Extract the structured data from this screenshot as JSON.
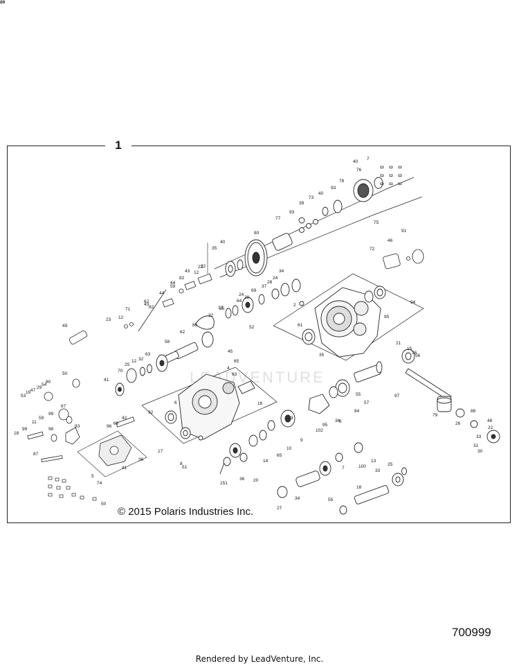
{
  "diagram": {
    "assembly_number": "1",
    "copyright": "© 2015 Polaris Industries Inc.",
    "diagram_number": "700999",
    "footer": "Rendered by LeadVenture, Inc.",
    "watermark": "LEADVENTURE",
    "callouts": [
      "7",
      "40",
      "76",
      "78",
      "93",
      "73",
      "40",
      "39",
      "75",
      "77",
      "93",
      "80",
      "40",
      "35",
      "91",
      "46",
      "72",
      "22",
      "23",
      "12",
      "43",
      "82",
      "44",
      "59",
      "44",
      "62",
      "43",
      "82",
      "71",
      "23",
      "12",
      "34",
      "24",
      "28",
      "37",
      "69",
      "24",
      "28",
      "13",
      "25",
      "64",
      "32",
      "89",
      "62",
      "58",
      "2",
      "95",
      "94",
      "61",
      "35",
      "52",
      "49",
      "45",
      "65",
      "4",
      "21",
      "15",
      "36",
      "56",
      "50",
      "32",
      "12",
      "25",
      "70",
      "63",
      "41",
      "63",
      "16",
      "53",
      "19",
      "47",
      "29",
      "80",
      "54",
      "97",
      "99",
      "67",
      "51",
      "57",
      "55",
      "84",
      "38",
      "79",
      "26",
      "88",
      "48",
      "33",
      "31",
      "22",
      "30",
      "18",
      "99",
      "11",
      "59",
      "98",
      "83",
      "42",
      "68",
      "96",
      "92",
      "6",
      "17",
      "95",
      "102",
      "9",
      "10",
      "65",
      "14",
      "20",
      "36",
      "151",
      "100",
      "7",
      "13",
      "25",
      "33",
      "18",
      "34",
      "27",
      "55",
      "36",
      "41",
      "74",
      "50",
      "87",
      "5",
      "8",
      "6",
      "3",
      "86",
      "20"
    ]
  }
}
